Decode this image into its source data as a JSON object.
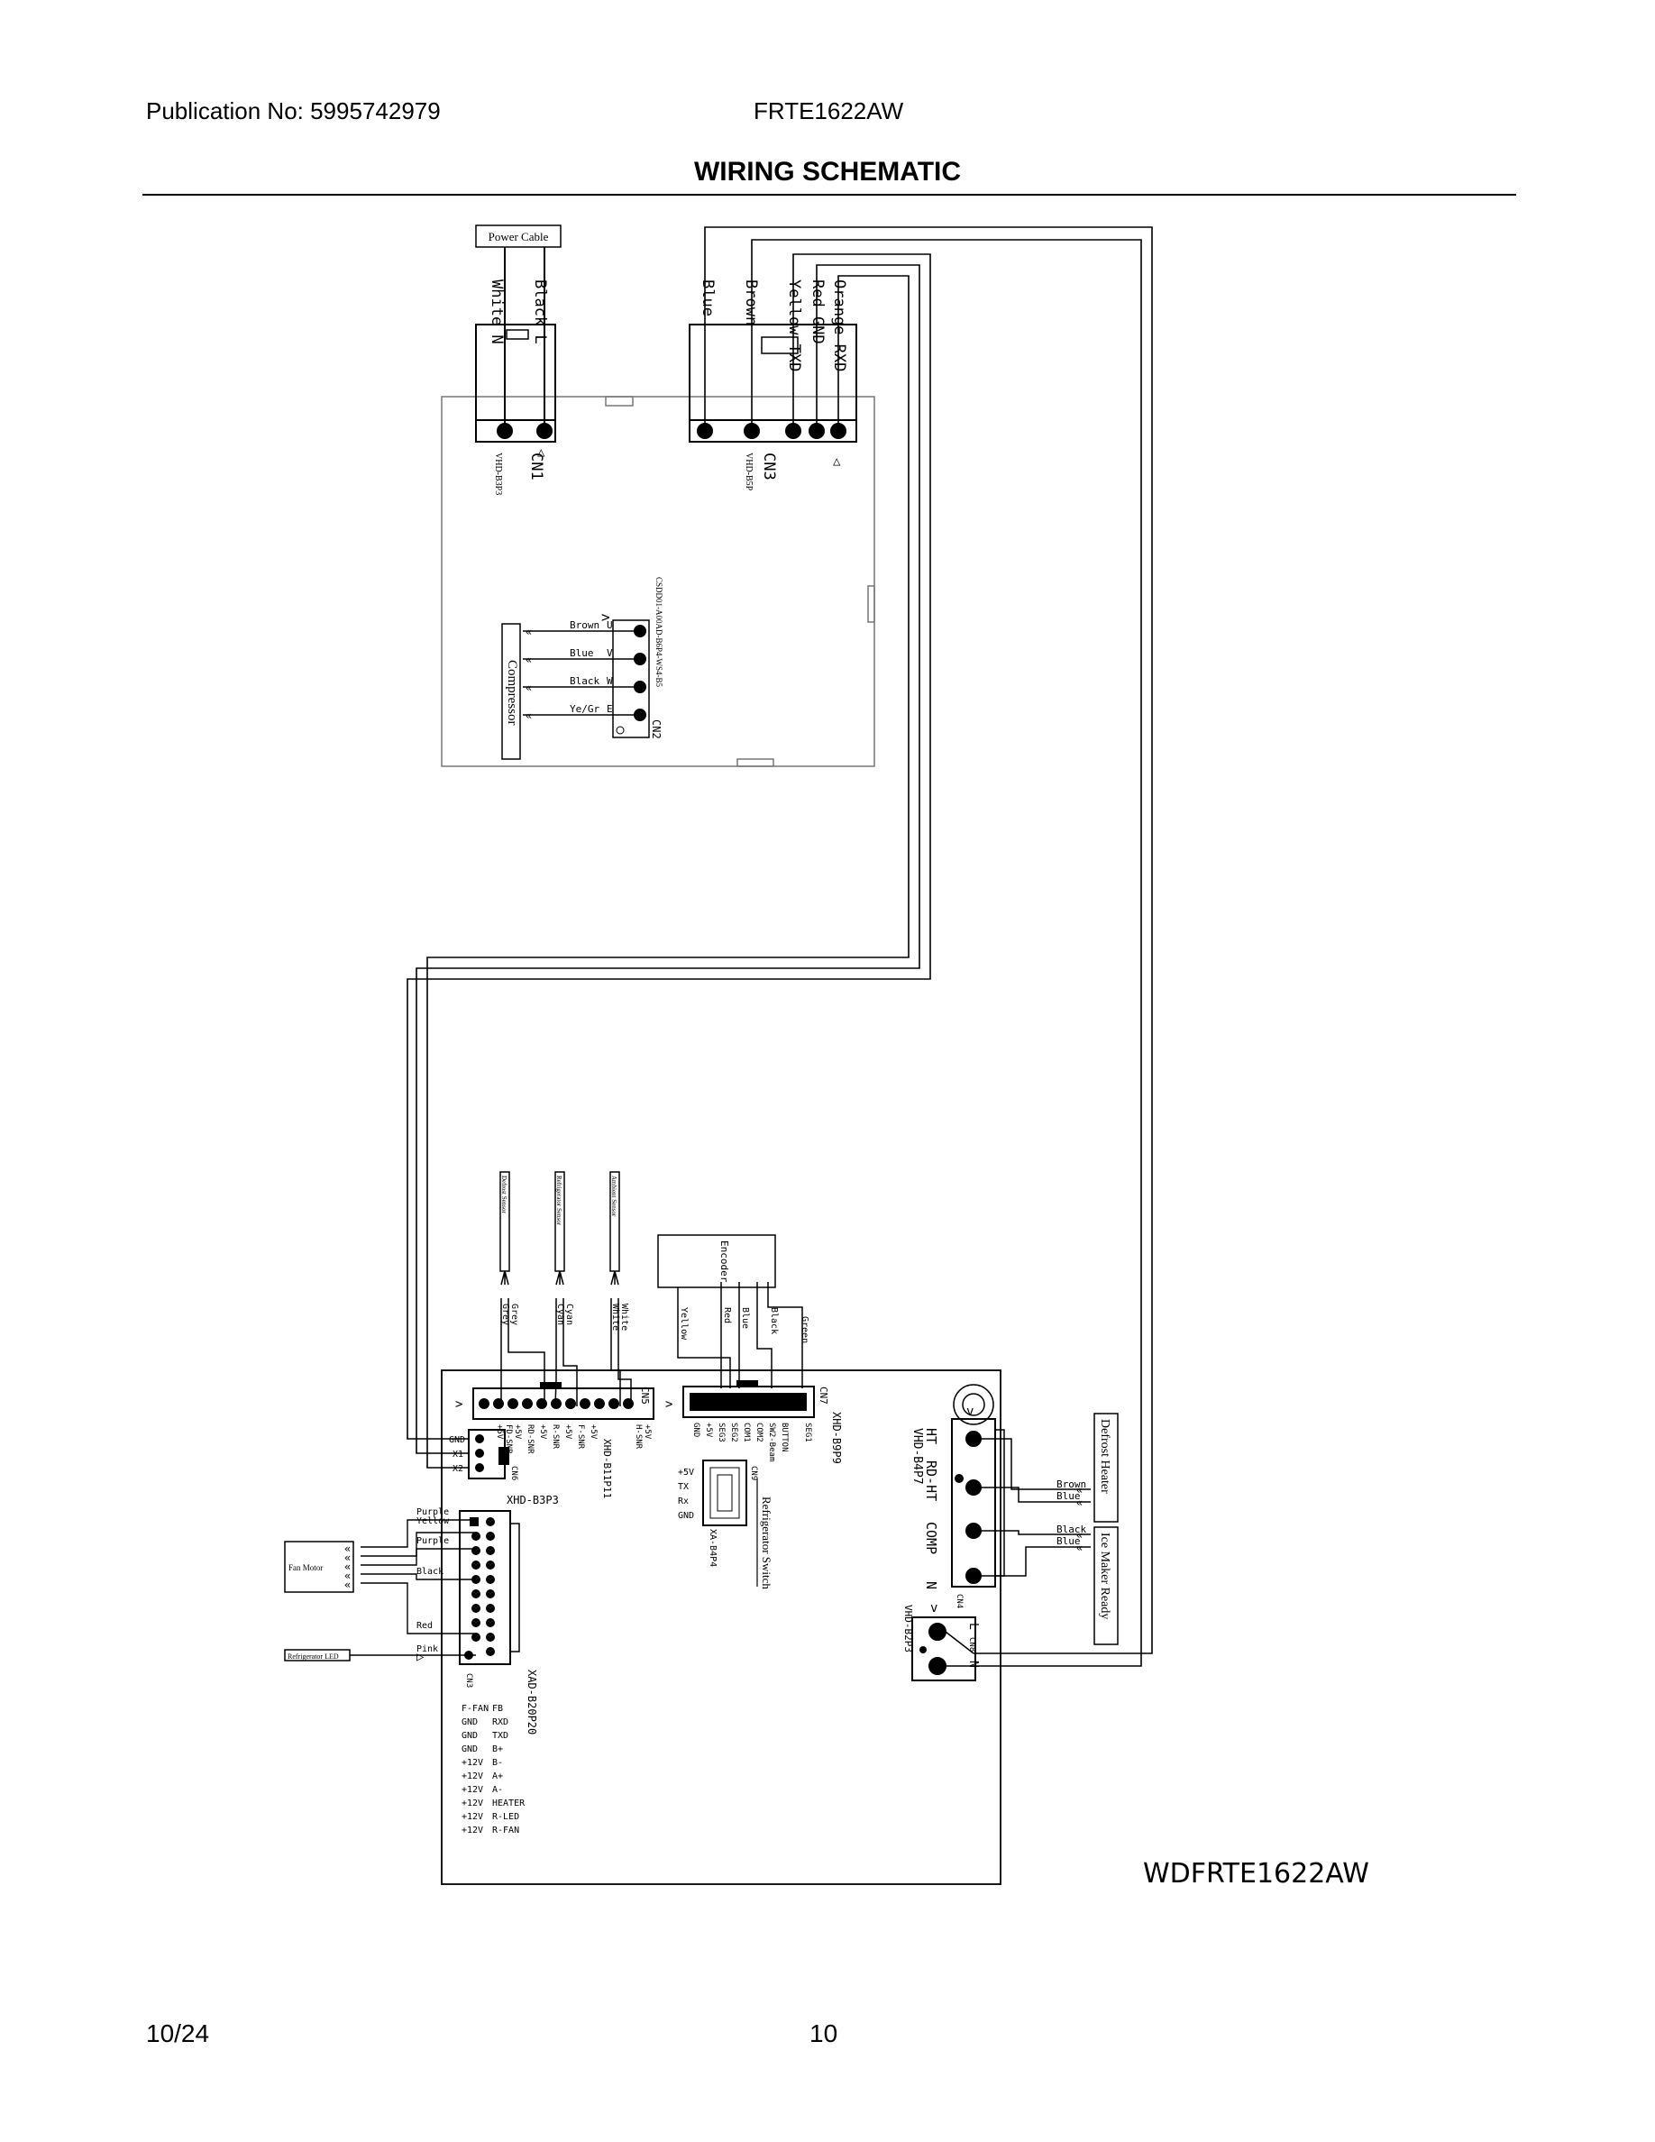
{
  "header": {
    "publication": "Publication No: 5995742979",
    "model": "FRTE1622AW",
    "title": "WIRING SCHEMATIC"
  },
  "footer": {
    "date": "10/24",
    "page": "10"
  },
  "diagram": {
    "diagram_id": "WDFRTE1622AW",
    "power_cable": "Power Cable",
    "cn1": {
      "name": "CN1",
      "part": "VHD-B3P3",
      "wires": [
        "White  N",
        "Black  L"
      ]
    },
    "cn3_top": {
      "name": "CN3",
      "part": "VHD-B5P",
      "wires": [
        "Blue",
        "Brown",
        "Yellow TXD",
        "Red  GND",
        "Orange RXD"
      ]
    },
    "compressor": {
      "label": "Compressor",
      "connector": "CN2",
      "part": "CSDD01-A00AD-B6P4-WS4-B5",
      "rows": [
        [
          "Brown",
          "U"
        ],
        [
          "Blue",
          "V"
        ],
        [
          "Black",
          "W"
        ],
        [
          "Ye/Gr",
          "E"
        ]
      ]
    },
    "sensors": [
      "Defrost Sensor",
      "Refrigerator Sensor",
      "Ambient Sensor"
    ],
    "sensor_wires": [
      [
        "Grey",
        "Grey"
      ],
      [
        "Cyan",
        "Cyan"
      ],
      [
        "White",
        "White"
      ]
    ],
    "encoder": {
      "label": "Encoder",
      "wires": [
        "Yellow",
        "Red",
        "Blue",
        "Black",
        "Green"
      ]
    },
    "cn5": {
      "name": "CN5",
      "part": "XHD-B11P11",
      "pins": [
        "+5V",
        "FD-SNR",
        "+5V",
        "RD-SNR",
        "+5V",
        "R-SNR",
        "+5V",
        "F-SNR",
        "+5V",
        "H-SNR",
        "+5V"
      ]
    },
    "cn6": {
      "name": "CN6",
      "part": "XHD-B3P3",
      "pins": [
        "GND",
        "X1",
        "X2"
      ]
    },
    "cn7": {
      "name": "CN7",
      "part": "XHD-B9P9",
      "pins": [
        "GND",
        "+5V",
        "SEG3",
        "SEG2",
        "COM1",
        "COM2",
        "SW2-Beam",
        "BUTTON",
        "SEG1"
      ]
    },
    "refrigerator_switch": "Refrigerator Switch",
    "cn9": {
      "name": "CN9",
      "part": "XA-B4P4",
      "pins": [
        "+5V",
        "TX",
        "Rx",
        "GND"
      ]
    },
    "cn4": {
      "name": "CN4",
      "part": "VHD-B4P7",
      "pins": [
        "HT",
        "RD-HT",
        "COMP",
        "N"
      ]
    },
    "cn8": {
      "name": "CN8",
      "part": "VHD-B2P3",
      "pins": [
        "L",
        "N"
      ]
    },
    "heaters": {
      "defrost": "Defrost Heater",
      "ice_maker": "Ice Maker Ready",
      "wires": [
        "Brown",
        "Blue",
        "Black",
        "Blue"
      ]
    },
    "fan_motor": "Fan Motor",
    "refrigerator_led": "Refrigerator LED",
    "cn3_bottom": {
      "name": "CN3",
      "part": "XAD-B20P20",
      "wires": [
        "Purple",
        "Yellow",
        "Purple",
        "Black",
        "Red",
        "Pink"
      ],
      "pins": [
        [
          "F-FAN",
          "FB"
        ],
        [
          "GND",
          "RXD"
        ],
        [
          "GND",
          "TXD"
        ],
        [
          "GND",
          "B+"
        ],
        [
          "+12V",
          "B-"
        ],
        [
          "+12V",
          "A+"
        ],
        [
          "+12V",
          "A-"
        ],
        [
          "+12V",
          "HEATER"
        ],
        [
          "+12V",
          "R-LED"
        ],
        [
          "+12V",
          "R-FAN"
        ]
      ]
    }
  }
}
